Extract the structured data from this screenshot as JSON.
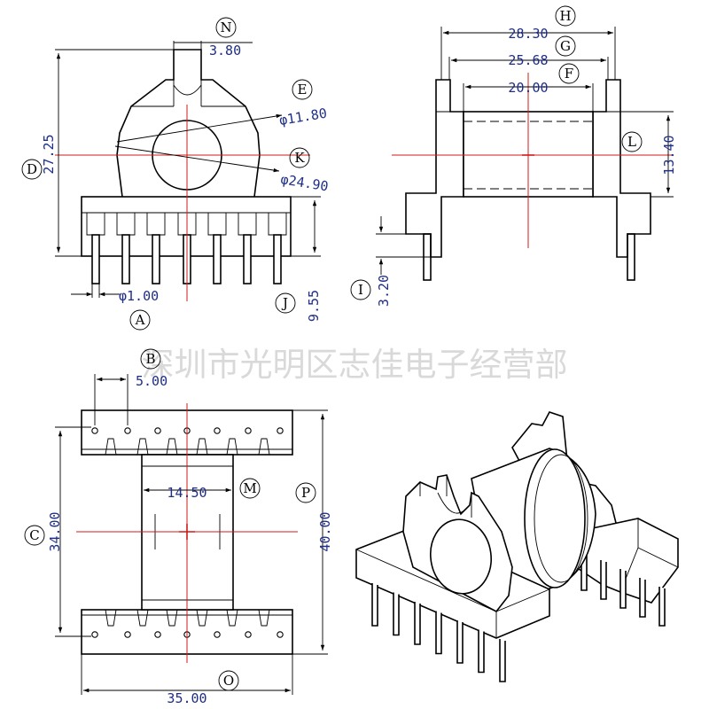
{
  "watermark": "深圳市光明区志佳电子经营部",
  "front_view": {
    "dims": {
      "slot_width": "3.80",
      "inner_diameter": "φ11.80",
      "outer_diameter": "φ24.90",
      "total_height": "27.25",
      "pin_diameter": "φ1.00",
      "pin_length": "9.55"
    },
    "labels": {
      "slot": "N",
      "inner": "E",
      "outer": "K",
      "height": "D",
      "pin": "A",
      "pin_len": "J"
    }
  },
  "side_view": {
    "dims": {
      "overall_width": "28.30",
      "flange_span": "25.68",
      "winding_width": "20.00",
      "winding_height": "13.40",
      "pin_standoff": "3.20"
    },
    "labels": {
      "overall": "H",
      "flange": "G",
      "winding": "F",
      "height": "L",
      "standoff": "I"
    }
  },
  "top_view": {
    "dims": {
      "pin_pitch": "5.00",
      "core_width": "14.50",
      "pin_row_span": "34.00",
      "overall_length": "40.00",
      "overall_width": "35.00"
    },
    "labels": {
      "pitch": "B",
      "core": "M",
      "row_span": "C",
      "length": "P",
      "width": "O"
    }
  }
}
